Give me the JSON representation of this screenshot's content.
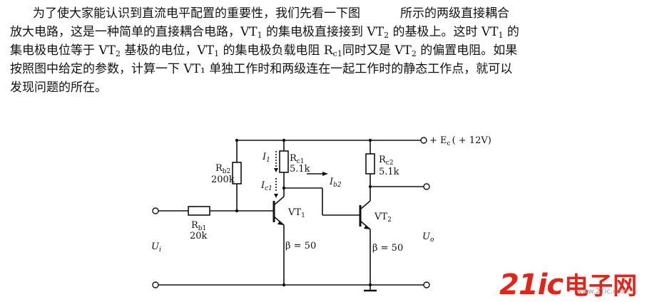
{
  "paragraph": {
    "line1_a": "为了使大家能认识到直流电平配置的重要性，我们先看一下图",
    "line1_b": "所示的两级直接耦合",
    "line2_a": "放大电路，这是一种简单的直接耦合电路，VT",
    "line2_b": " 的集电极直接接到 VT",
    "line2_c": " 的基极上。这时 VT",
    "line2_d": " 的",
    "line3_a": "集电极电位等于 VT",
    "line3_b": " 基极的电位，VT",
    "line3_c": " 的集电极负载电阻 R",
    "line3_d": "同时又是 VT",
    "line3_e": " 的偏置电阻。如果",
    "line4": "按照图中给定的参数，计算一下 VT₁ 单独工作时和两级连在一起工作时的静态工作点，就可以",
    "line5": "发现问题的所在。",
    "sub_1": "1",
    "sub_2": "2",
    "sub_c1": "c1"
  },
  "circuit": {
    "supply": "+ E",
    "supply_sub": "c",
    "supply_val": "( + 12V)",
    "rb2_r": "R",
    "rb2_sub": "b2",
    "rb2_val": "200k",
    "rc1_r": "R",
    "rc1_sub": "c1",
    "rc1_val": "5.1k",
    "rc2_r": "R",
    "rc2_sub": "c2",
    "rc2_val": "5.1k",
    "rb1_r": "R",
    "rb1_sub": "b1",
    "rb1_val": "20k",
    "i1": "I",
    "i1_sub": "1",
    "ic1": "I",
    "ic1_sub": "c1",
    "ib2": "I",
    "ib2_sub": "b2",
    "vt1": "VT",
    "vt1_sub": "1",
    "vt2": "VT",
    "vt2_sub": "2",
    "beta1": "β = 50",
    "beta2": "β = 50",
    "ui": "U",
    "ui_sub": "i",
    "uo": "U",
    "uo_sub": "o"
  },
  "watermark": {
    "a": "21ic",
    "b": "电子网",
    "c": "www.21ic.com"
  }
}
